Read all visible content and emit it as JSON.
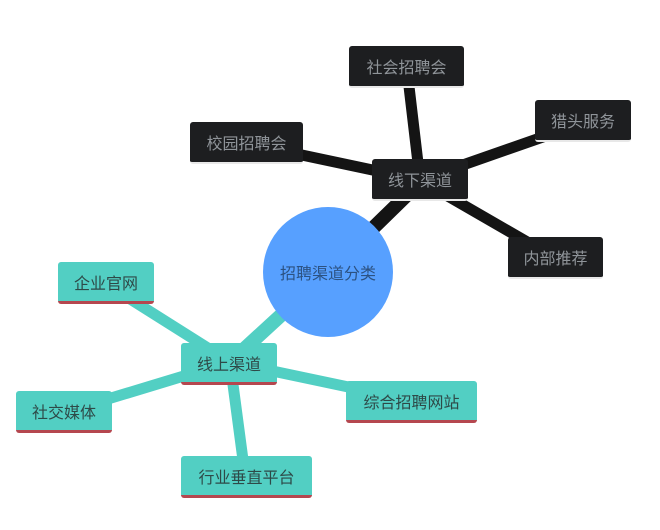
{
  "root": {
    "label": "招聘渠道分类",
    "color": "#57a0ff"
  },
  "branches": [
    {
      "label": "线下渠道",
      "style": "dark",
      "children": [
        {
          "label": "社会招聘会"
        },
        {
          "label": "猎头服务"
        },
        {
          "label": "校园招聘会"
        },
        {
          "label": "内部推荐"
        }
      ]
    },
    {
      "label": "线上渠道",
      "style": "teal",
      "children": [
        {
          "label": "企业官网"
        },
        {
          "label": "社交媒体"
        },
        {
          "label": "综合招聘网站"
        },
        {
          "label": "行业垂直平台"
        }
      ]
    }
  ],
  "colors": {
    "dark_node": "#1d1e20",
    "dark_text": "#8f9499",
    "dark_edge": "#141414",
    "teal_node": "#52cfc3",
    "teal_edge": "#52cfc3",
    "teal_underline": "#b5474f"
  }
}
